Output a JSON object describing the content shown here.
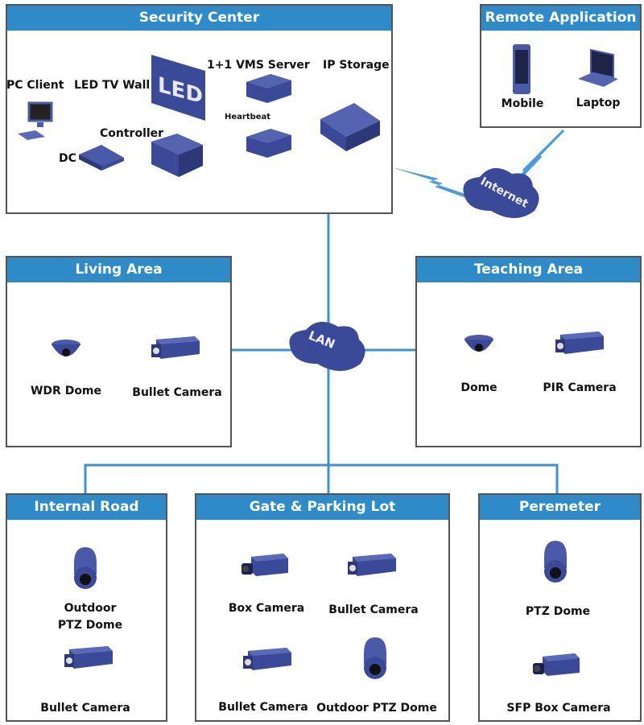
{
  "colors": {
    "header": "#2e8bc8",
    "link": "#3d8fd6",
    "device": "#3b4a98",
    "border": "#555555"
  },
  "security_center": {
    "title": "Security Center",
    "pc_client": "PC Client",
    "led_tv_wall": "LED TV Wall",
    "led_text": "LED",
    "controller": "Controller",
    "dc": "DC",
    "vms_server": "1+1 VMS Server",
    "heartbeat": "Heartbeat",
    "ip_storage": "IP Storage"
  },
  "remote_application": {
    "title": "Remote Application",
    "mobile": "Mobile",
    "laptop": "Laptop"
  },
  "internet": {
    "label": "Internet"
  },
  "lan": {
    "label": "LAN"
  },
  "living_area": {
    "title": "Living Area",
    "items": [
      "WDR Dome",
      "Bullet Camera"
    ]
  },
  "teaching_area": {
    "title": "Teaching Area",
    "items": [
      "Dome",
      "PIR Camera"
    ]
  },
  "internal_road": {
    "title": "Internal Road",
    "items": [
      "Outdoor",
      "PTZ Dome",
      "Bullet Camera"
    ]
  },
  "gate_parking": {
    "title": "Gate & Parking Lot",
    "items": [
      "Box Camera",
      "Bullet Camera",
      "Bullet Camera",
      "Outdoor PTZ Dome"
    ]
  },
  "perimeter": {
    "title": "Peremeter",
    "items": [
      "PTZ Dome",
      "SFP Box Camera"
    ]
  }
}
